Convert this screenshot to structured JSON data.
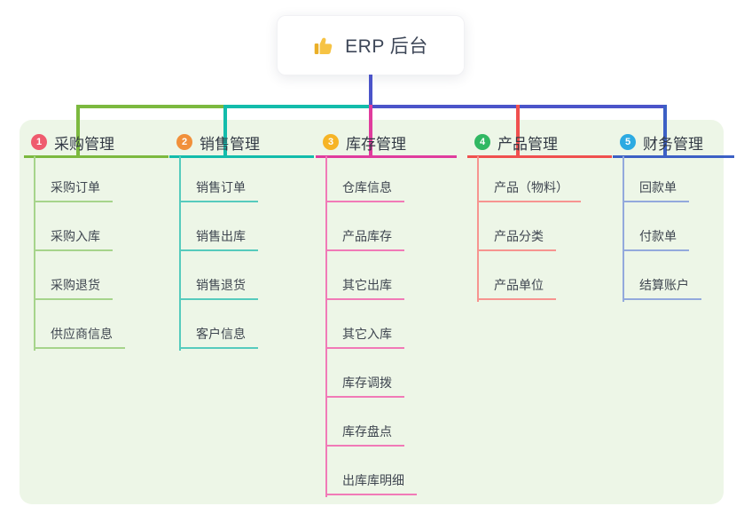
{
  "root": {
    "label": "ERP 后台",
    "icon": "thumbs-up-icon"
  },
  "colors": {
    "page_bg": "#ffffff",
    "panel_bg": "#edf6e7",
    "card_bg": "#ffffff",
    "root_line": "#4b54c9",
    "root_text": "#3e4758",
    "node_text": "#333a45",
    "child_text": "#3f4650",
    "thumb_icon": "#f6c344"
  },
  "branches": [
    {
      "num": "1",
      "title": "采购管理",
      "badge_color": "#ef5b6e",
      "line_color": "#7cb93f",
      "child_line_color": "#a6d48b",
      "children": [
        "采购订单",
        "采购入库",
        "采购退货",
        "供应商信息"
      ]
    },
    {
      "num": "2",
      "title": "销售管理",
      "badge_color": "#f1903b",
      "line_color": "#13bcab",
      "child_line_color": "#56cbbd",
      "children": [
        "销售订单",
        "销售出库",
        "销售退货",
        "客户信息"
      ]
    },
    {
      "num": "3",
      "title": "库存管理",
      "badge_color": "#f6b426",
      "line_color": "#e03c9d",
      "child_line_color": "#f17ab7",
      "children": [
        "仓库信息",
        "产品库存",
        "其它出库",
        "其它入库",
        "库存调拨",
        "库存盘点",
        "出库库明细"
      ]
    },
    {
      "num": "4",
      "title": "产品管理",
      "badge_color": "#31b863",
      "line_color": "#f0504f",
      "child_line_color": "#f79490",
      "children": [
        "产品（物料）",
        "产品分类",
        "产品单位"
      ]
    },
    {
      "num": "5",
      "title": "财务管理",
      "badge_color": "#2caae2",
      "line_color": "#3c60c5",
      "child_line_color": "#93a9dc",
      "children": [
        "回款单",
        "付款单",
        "结算账户"
      ]
    }
  ]
}
